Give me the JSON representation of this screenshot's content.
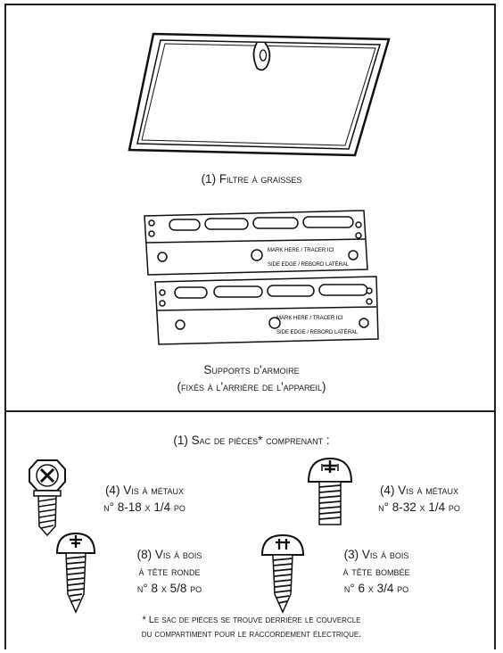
{
  "filter_caption": "(1) Filtre à graisses",
  "brackets_caption": [
    "Supports d'armoire",
    "(fixés à l'arrière de l'appareil)"
  ],
  "bracket_markings": {
    "mark_here": "MARK HERE / TRACER ICI",
    "side_edge": "SIDE EDGE / REBORD LATÉRAL"
  },
  "bag_title": "(1) Sac de pièces* comprenant :",
  "screws": [
    {
      "qty": "(4)",
      "name": "Vis à métaux",
      "spec": "n° 8-18 x 1/4 po"
    },
    {
      "qty": "(4)",
      "name": "Vis à métaux",
      "spec": "n° 8-32 x 1/4 po"
    },
    {
      "qty": "(8)",
      "name": "Vis à bois",
      "head": "à tête ronde",
      "spec": "n° 8 x 5/8 po"
    },
    {
      "qty": "(3)",
      "name": "Vis à bois",
      "head": "à tête bombée",
      "spec": "n° 6 x 3/4 po"
    }
  ],
  "footnote": [
    "* Le sac de pièces se trouve derrière le couvercle",
    "du compartiment pour le raccordement électrique."
  ],
  "icons": [
    "grease-filter-icon",
    "cabinet-bracket-icon",
    "hex-screw-icon",
    "pan-head-screw-icon",
    "round-head-wood-screw-icon",
    "truss-head-wood-screw-icon"
  ]
}
